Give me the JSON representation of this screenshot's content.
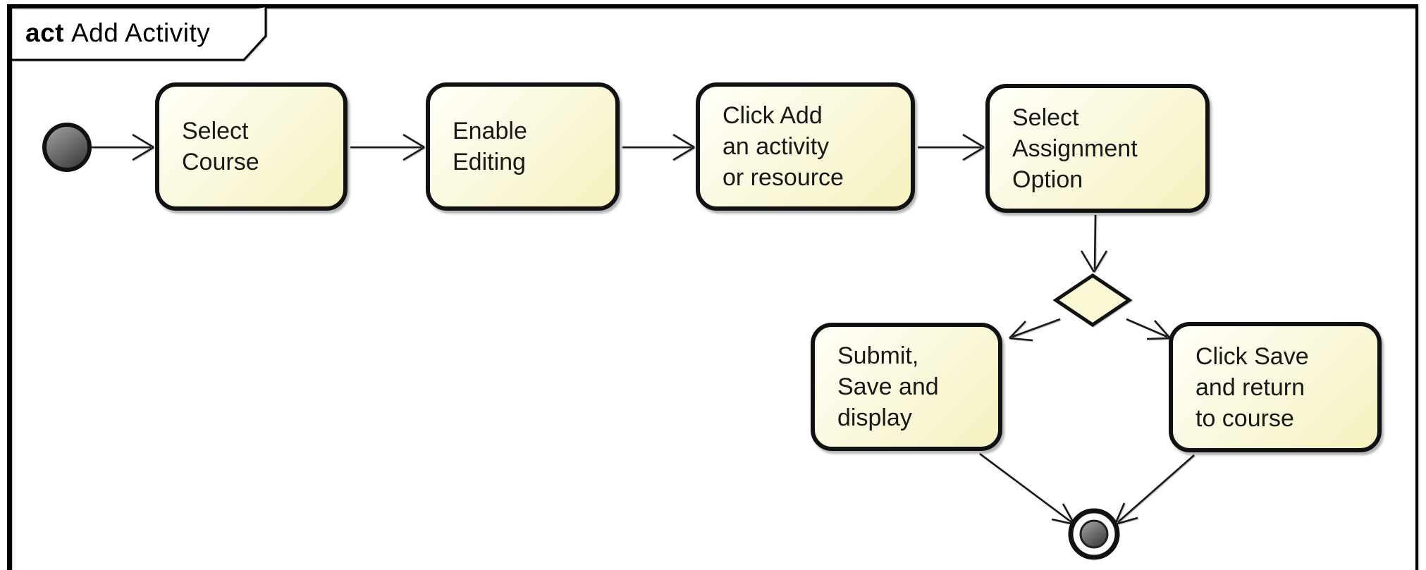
{
  "diagram": {
    "type": "uml-activity-diagram",
    "frame": {
      "keyword": "act",
      "title": "Add Activity"
    },
    "nodes": [
      {
        "id": "initial",
        "kind": "initial-node",
        "label": ""
      },
      {
        "id": "select-course",
        "kind": "action",
        "label": "Select\nCourse"
      },
      {
        "id": "enable-editing",
        "kind": "action",
        "label": "Enable\nEditing"
      },
      {
        "id": "click-add-activity",
        "kind": "action",
        "label": "Click Add\nan activity\nor resource"
      },
      {
        "id": "select-assignment",
        "kind": "action",
        "label": "Select\nAssignment\nOption"
      },
      {
        "id": "decision",
        "kind": "decision-node",
        "label": ""
      },
      {
        "id": "submit-save-display",
        "kind": "action",
        "label": "Submit,\nSave and\ndisplay"
      },
      {
        "id": "click-save-return",
        "kind": "action",
        "label": "Click Save\nand return\nto course"
      },
      {
        "id": "final",
        "kind": "final-node",
        "label": ""
      }
    ],
    "edges": [
      {
        "from": "initial",
        "to": "select-course"
      },
      {
        "from": "select-course",
        "to": "enable-editing"
      },
      {
        "from": "enable-editing",
        "to": "click-add-activity"
      },
      {
        "from": "click-add-activity",
        "to": "select-assignment"
      },
      {
        "from": "select-assignment",
        "to": "decision"
      },
      {
        "from": "decision",
        "to": "submit-save-display"
      },
      {
        "from": "decision",
        "to": "click-save-return"
      },
      {
        "from": "submit-save-display",
        "to": "final"
      },
      {
        "from": "click-save-return",
        "to": "final"
      }
    ]
  },
  "colors": {
    "action-fill-start": "#fffff8",
    "action-fill-end": "#f5f1bf",
    "diamond-fill": "#faf7d4",
    "node-stroke": "#111111",
    "arrow-color": "#1a1a1a",
    "frame-color": "#000000",
    "initial-fill-start": "#a8a8a8",
    "initial-fill-end": "#3f3f3f",
    "background": "#ffffff"
  }
}
